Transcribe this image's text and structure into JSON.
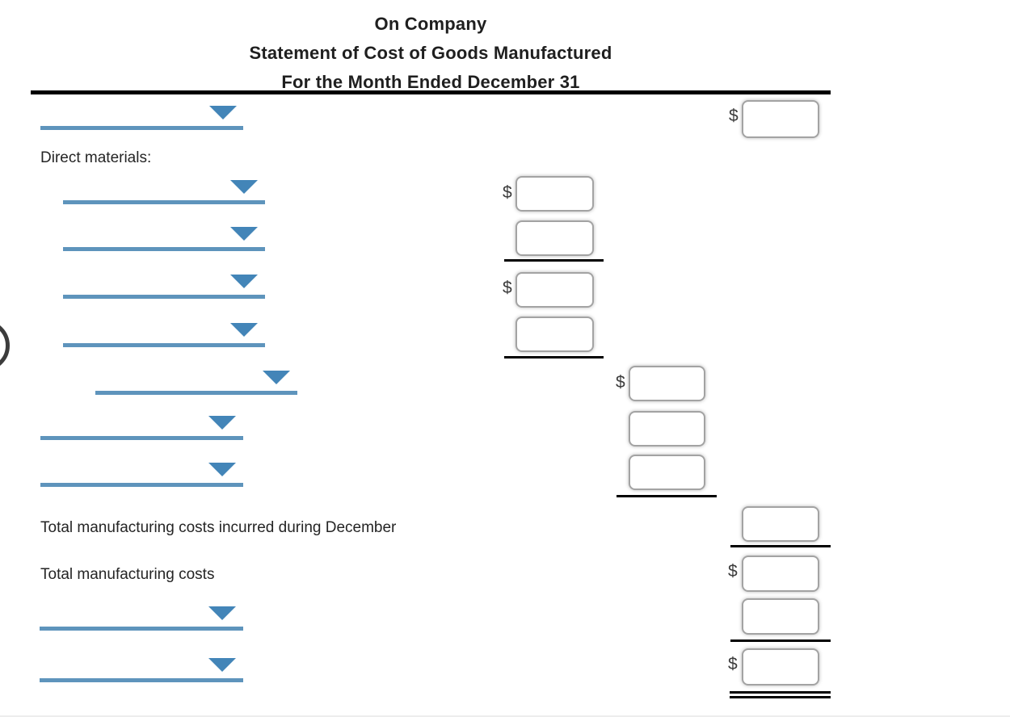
{
  "header": {
    "company": "On Company",
    "statement": "Statement of Cost of Goods Manufactured",
    "period": "For the Month Ended December 31"
  },
  "labels": {
    "direct_materials": "Direct materials:",
    "total_manufacturing_costs_incurred": "Total manufacturing costs incurred during December",
    "total_manufacturing_costs": "Total manufacturing costs"
  },
  "currency_symbol": "$",
  "colors": {
    "accent_blue_triangle": "#4385b8",
    "accent_blue_underline": "#5e94bc",
    "sum_rule_black": "#000000",
    "box_border_gray": "#a3a3a3",
    "title_rule_black": "#000000"
  },
  "form": {
    "dropdowns": [
      {
        "id": "account-select-1",
        "indent": 1,
        "selected_value": ""
      },
      {
        "id": "account-select-2",
        "indent": 2,
        "selected_value": ""
      },
      {
        "id": "account-select-3",
        "indent": 2,
        "selected_value": ""
      },
      {
        "id": "account-select-4",
        "indent": 2,
        "selected_value": ""
      },
      {
        "id": "account-select-5",
        "indent": 2,
        "selected_value": ""
      },
      {
        "id": "account-select-6",
        "indent": 3,
        "selected_value": ""
      },
      {
        "id": "account-select-7",
        "indent": 1,
        "selected_value": ""
      },
      {
        "id": "account-select-8",
        "indent": 1,
        "selected_value": ""
      },
      {
        "id": "account-select-9",
        "indent": 1,
        "selected_value": ""
      },
      {
        "id": "account-select-10",
        "indent": 1,
        "selected_value": ""
      }
    ],
    "amount_inputs": [
      {
        "id": "amount-row1-right",
        "column": "right",
        "value": "",
        "dollar_sign": true
      },
      {
        "id": "amount-materials-1",
        "column": "middle",
        "value": "",
        "dollar_sign": true
      },
      {
        "id": "amount-materials-2",
        "column": "middle",
        "value": "",
        "dollar_sign": false
      },
      {
        "id": "amount-materials-3",
        "column": "middle",
        "value": "",
        "dollar_sign": true
      },
      {
        "id": "amount-materials-4",
        "column": "middle",
        "value": "",
        "dollar_sign": false
      },
      {
        "id": "amount-cost-1",
        "column": "col3",
        "value": "",
        "dollar_sign": true
      },
      {
        "id": "amount-cost-2",
        "column": "col3",
        "value": "",
        "dollar_sign": false
      },
      {
        "id": "amount-cost-3",
        "column": "col3",
        "value": "",
        "dollar_sign": false
      },
      {
        "id": "amount-total-incurred",
        "column": "right",
        "value": "",
        "dollar_sign": false
      },
      {
        "id": "amount-total-mfg-costs",
        "column": "right",
        "value": "",
        "dollar_sign": true
      },
      {
        "id": "amount-row12-right",
        "column": "right",
        "value": "",
        "dollar_sign": false
      },
      {
        "id": "amount-final-total",
        "column": "right",
        "value": "",
        "dollar_sign": true
      }
    ]
  }
}
